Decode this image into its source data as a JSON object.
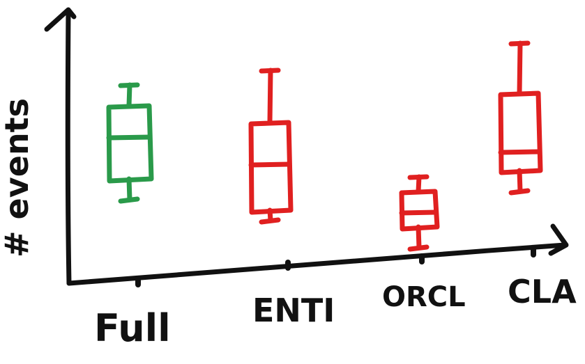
{
  "chart_data": {
    "type": "box",
    "ylabel": "# events",
    "xlabel": "",
    "ylim": [
      0,
      10
    ],
    "categories": [
      "Full",
      "ENTI",
      "ORCL",
      "CLA"
    ],
    "series": [
      {
        "category": "Full",
        "color": "#2a9a4a",
        "min": 3.5,
        "q1": 4.5,
        "median": 6.5,
        "q3": 8.0,
        "max": 9.0
      },
      {
        "category": "ENTI",
        "color": "#e02020",
        "min": 2.5,
        "q1": 3.0,
        "median": 5.2,
        "q3": 7.2,
        "max": 9.7
      },
      {
        "category": "ORCL",
        "color": "#e02020",
        "min": 1.2,
        "q1": 2.2,
        "median": 2.9,
        "q3": 3.9,
        "max": 4.6
      },
      {
        "category": "CLA",
        "color": "#e02020",
        "min": 3.9,
        "q1": 4.9,
        "median": 5.8,
        "q3": 8.6,
        "max": 11.0
      }
    ],
    "axis_color": "#111111"
  }
}
